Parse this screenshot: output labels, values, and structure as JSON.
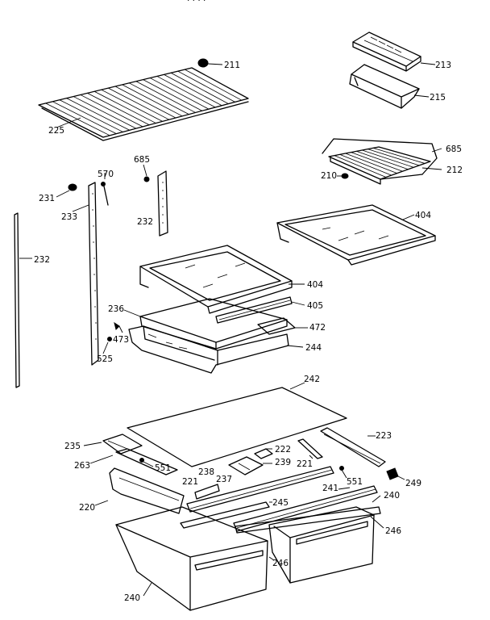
{
  "header_text": "·  · · ·",
  "callouts": [
    {
      "id": "c211",
      "text": "211"
    },
    {
      "id": "c213",
      "text": "213"
    },
    {
      "id": "c215",
      "text": "215"
    },
    {
      "id": "c225",
      "text": "225"
    },
    {
      "id": "c685a",
      "text": "685"
    },
    {
      "id": "c685b",
      "text": "685"
    },
    {
      "id": "c570",
      "text": "570"
    },
    {
      "id": "c210",
      "text": "210"
    },
    {
      "id": "c212",
      "text": "212"
    },
    {
      "id": "c231",
      "text": "231"
    },
    {
      "id": "c233",
      "text": "233"
    },
    {
      "id": "c232a",
      "text": "232"
    },
    {
      "id": "c232b",
      "text": "232"
    },
    {
      "id": "c404a",
      "text": "404"
    },
    {
      "id": "c404b",
      "text": "404"
    },
    {
      "id": "c405",
      "text": "405"
    },
    {
      "id": "c236",
      "text": "236"
    },
    {
      "id": "c472",
      "text": "472"
    },
    {
      "id": "c473",
      "text": "473"
    },
    {
      "id": "c244",
      "text": "244"
    },
    {
      "id": "c525",
      "text": "525"
    },
    {
      "id": "c242",
      "text": "242"
    },
    {
      "id": "c223",
      "text": "223"
    },
    {
      "id": "c235",
      "text": "235"
    },
    {
      "id": "c222",
      "text": "222"
    },
    {
      "id": "c239",
      "text": "239"
    },
    {
      "id": "c221a",
      "text": "221"
    },
    {
      "id": "c263",
      "text": "263"
    },
    {
      "id": "c551a",
      "text": "551"
    },
    {
      "id": "c238",
      "text": "238"
    },
    {
      "id": "c237",
      "text": "237"
    },
    {
      "id": "c221b",
      "text": "221"
    },
    {
      "id": "c551b",
      "text": "551"
    },
    {
      "id": "c249",
      "text": "249"
    },
    {
      "id": "c241",
      "text": "241"
    },
    {
      "id": "c240a",
      "text": "240"
    },
    {
      "id": "c220",
      "text": "220"
    },
    {
      "id": "c245",
      "text": "245"
    },
    {
      "id": "c246a",
      "text": "246"
    },
    {
      "id": "c246b",
      "text": "246"
    },
    {
      "id": "c240b",
      "text": "240"
    }
  ]
}
